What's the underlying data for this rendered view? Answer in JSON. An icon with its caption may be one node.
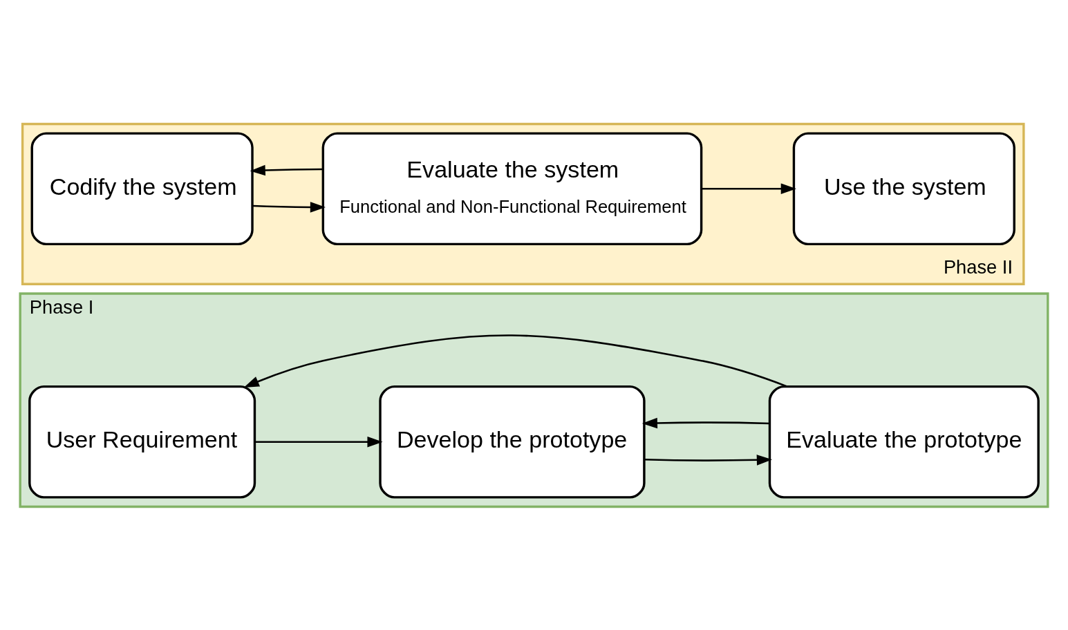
{
  "diagram": {
    "nodes": [
      {
        "text": [
          "Phase I"
        ]
      },
      {
        "text": [
          "User Requirement"
        ],
        "in": 0
      },
      {
        "text": [
          "Develop the prototype"
        ],
        "in": 0
      },
      {
        "text": [
          "Evaluate the prototype"
        ],
        "in": 0
      },
      {
        "text": [
          "Phase II"
        ]
      },
      {
        "text": [
          "Codify the system"
        ],
        "in": 4
      },
      {
        "text": [
          "Evaluate the system",
          "Functional and Non-Functional Requirement"
        ],
        "in": 4
      },
      {
        "text": [
          "Use the system"
        ],
        "in": 4
      }
    ],
    "edges": [
      {
        "from": 1,
        "to": 2,
        "arrow": "to"
      },
      {
        "from": 2,
        "to": 3,
        "arrow": "to"
      },
      {
        "from": 3,
        "to": 1,
        "arrow": "to"
      },
      {
        "from": 3,
        "to": 2,
        "arrow": "to"
      },
      {
        "from": 5,
        "to": 6,
        "arrow": "to"
      },
      {
        "from": 6,
        "to": 7,
        "arrow": "to"
      },
      {
        "from": 6,
        "to": 5,
        "arrow": "to"
      }
    ]
  }
}
